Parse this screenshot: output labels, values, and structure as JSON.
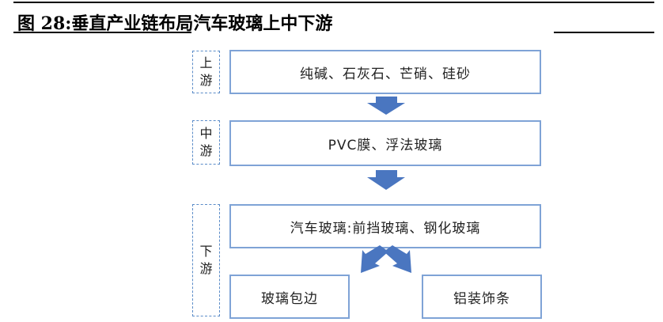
{
  "figure": {
    "title": "图 28:垂直产业链布局汽车玻璃上中下游"
  },
  "stages": {
    "upstream": {
      "tag": "上游",
      "box": "纯碱、石灰石、芒硝、硅砂"
    },
    "midstream": {
      "tag": "中游",
      "box": "PVC膜、浮法玻璃"
    },
    "downstream": {
      "tag": "下游",
      "box": "汽车玻璃:前挡玻璃、钢化玻璃",
      "children": [
        "玻璃包边",
        "铝装饰条"
      ]
    }
  },
  "colors": {
    "arrow": "#4a76c0",
    "box_border": "#7fa3d6",
    "tag_border": "#5b8cc8"
  }
}
